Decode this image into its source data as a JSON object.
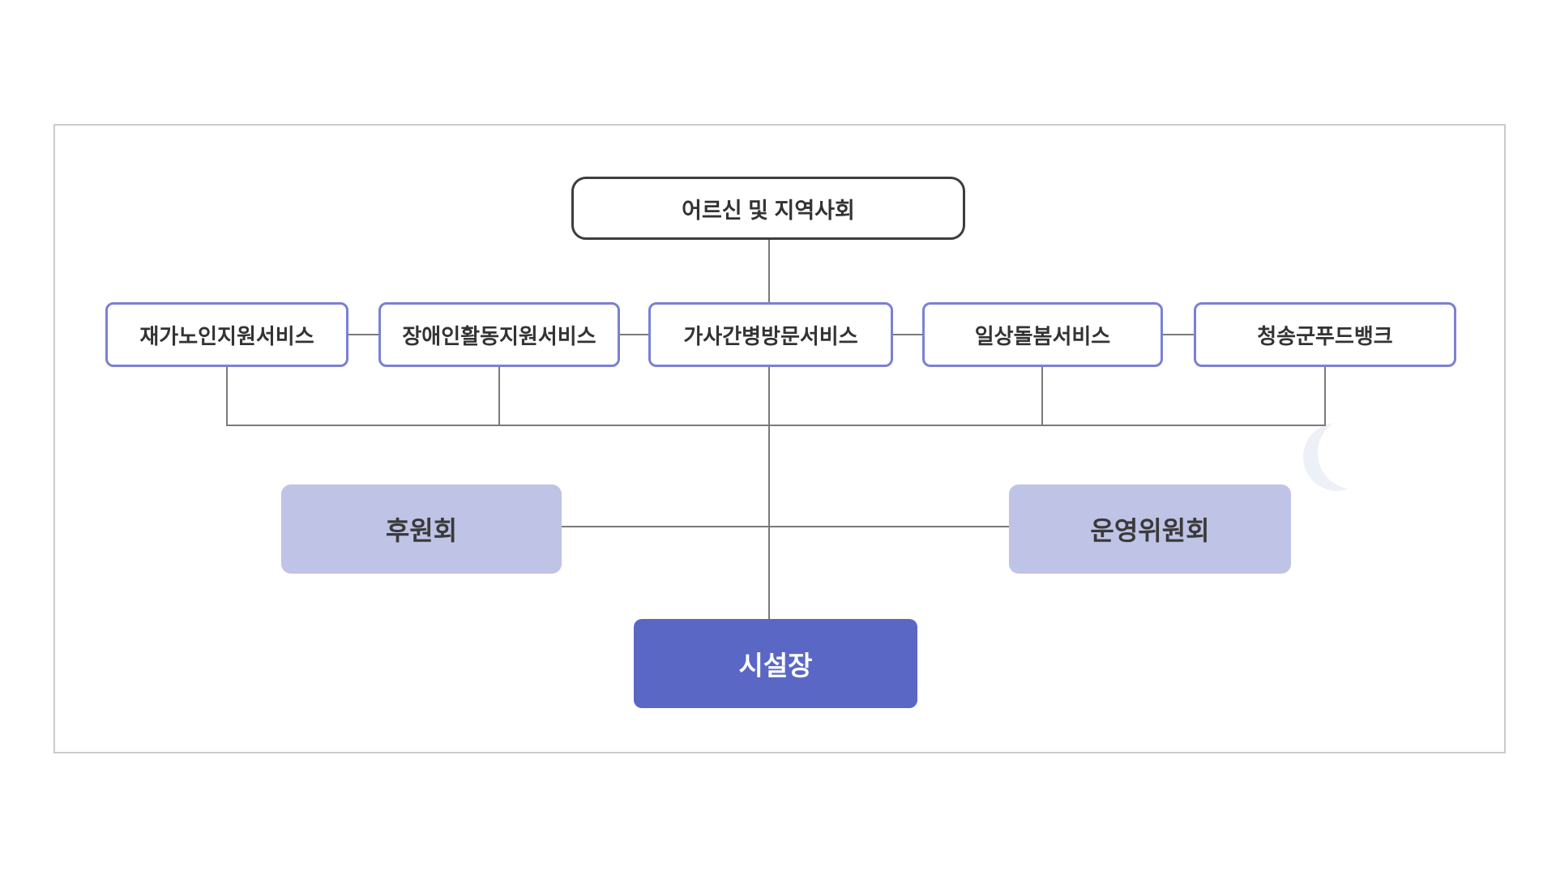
{
  "diagram": {
    "top_node": {
      "label": "어르신 및 지역사회"
    },
    "service_nodes": [
      {
        "label": "재가노인지원서비스"
      },
      {
        "label": "장애인활동지원서비스"
      },
      {
        "label": "가사간병방문서비스"
      },
      {
        "label": "일상돌봄서비스"
      },
      {
        "label": "청송군푸드뱅크"
      }
    ],
    "committee_nodes": [
      {
        "label": "후원회"
      },
      {
        "label": "운영위원회"
      }
    ],
    "director_node": {
      "label": "시설장"
    },
    "colors": {
      "top_border": "#3d3d3d",
      "service_border": "#7b80d4",
      "committee_fill": "#bfc3e6",
      "director_fill": "#5a67c4",
      "connector": "#7a7a7a",
      "frame_border": "#cbcbcb"
    }
  }
}
